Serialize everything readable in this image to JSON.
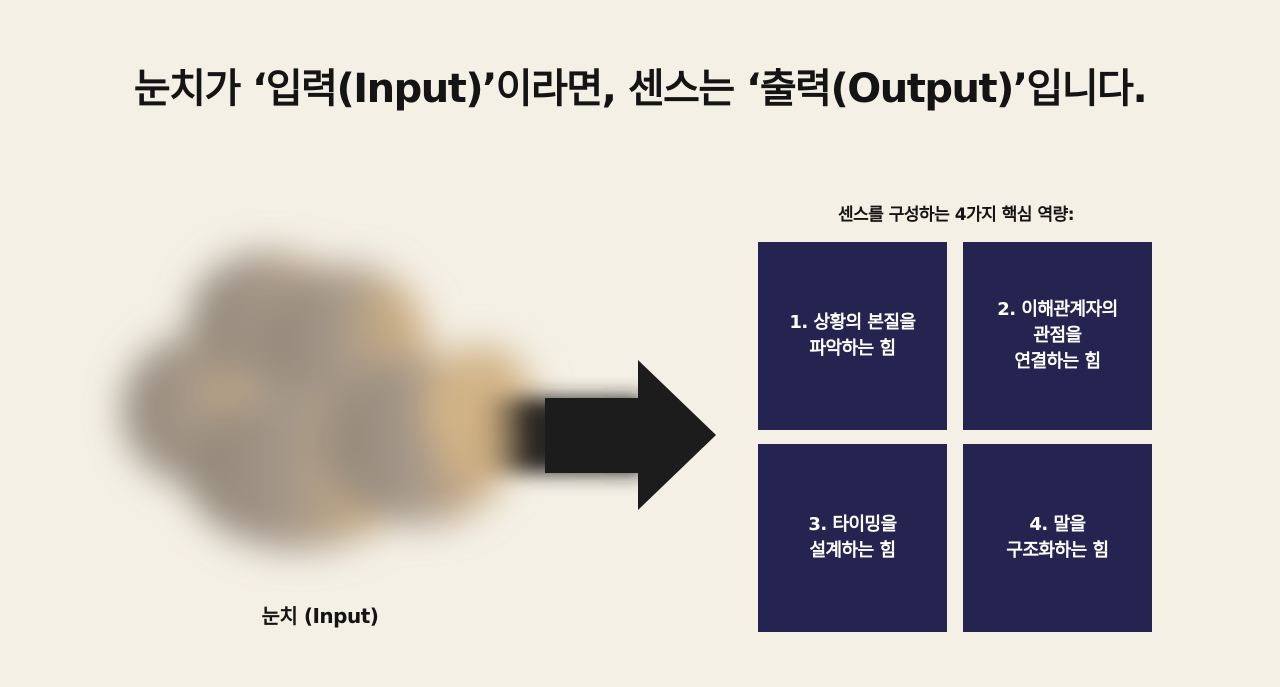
{
  "title": "눈치가 ‘입력(Input)’이라면, 센스는 ‘출력(Output)’입니다.",
  "input": {
    "label": "눈치 (Input)"
  },
  "grid": {
    "title": "센스를 구성하는 4가지 핵심 역량:",
    "items": [
      {
        "text": "1. 상황의 본질을\n파악하는 힘"
      },
      {
        "text": "2. 이해관계자의\n관점을\n연결하는 힘"
      },
      {
        "text": "3. 타이밍을\n설계하는 힘"
      },
      {
        "text": "4. 말을\n구조화하는 힘"
      }
    ]
  },
  "colors": {
    "background": "#f4f0e6",
    "box": "#25234f",
    "arrow": "#1c1c1c",
    "cloud": "#a89a86"
  }
}
